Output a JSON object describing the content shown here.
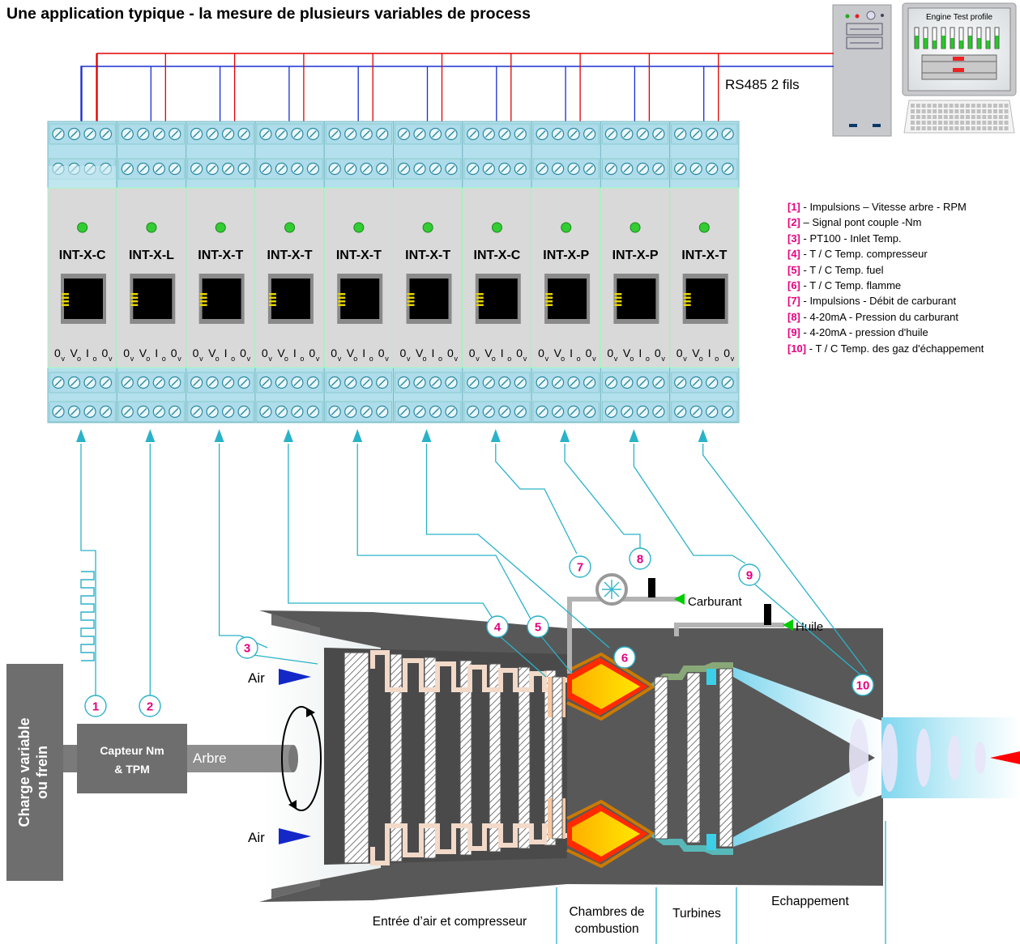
{
  "title": "Une application typique - la mesure de plusieurs variables de process",
  "bus_label": "RS485 2 fils",
  "pc_screen_title": "Engine Test profile",
  "modules": [
    "INT-X-C",
    "INT-X-L",
    "INT-X-T",
    "INT-X-T",
    "INT-X-T",
    "INT-X-T",
    "INT-X-C",
    "INT-X-P",
    "INT-X-P",
    "INT-X-T"
  ],
  "terminal_labels": [
    {
      "main": "0",
      "sub": "v"
    },
    {
      "main": "V",
      "sub": "o"
    },
    {
      "main": "I",
      "sub": "o"
    },
    {
      "main": "0",
      "sub": "v"
    }
  ],
  "legend": [
    {
      "num": "[1]",
      "text": " - Impulsions – Vitesse arbre - RPM"
    },
    {
      "num": "[2]",
      "text": " – Signal pont couple -Nm"
    },
    {
      "num": "[3]",
      "text": " - PT100 - Inlet Temp."
    },
    {
      "num": "[4]",
      "text": " - T / C Temp. compresseur"
    },
    {
      "num": "[5]",
      "text": " - T / C Temp. fuel"
    },
    {
      "num": "[6]",
      "text": " - T / C Temp. flamme"
    },
    {
      "num": "[7]",
      "text": " - Impulsions - Débit de carburant"
    },
    {
      "num": "[8]",
      "text": " - 4-20mA - Pression du carburant"
    },
    {
      "num": "[9]",
      "text": " - 4-20mA - pression d'huile"
    },
    {
      "num": "[10]",
      "text": " - T / C Temp. des gaz d'échappement"
    }
  ],
  "sensor_numbers": [
    "1",
    "2",
    "3",
    "4",
    "5",
    "6",
    "7",
    "8",
    "9",
    "10"
  ],
  "labels": {
    "charge": "Charge variable ou frein",
    "charge_line1": "Charge variable",
    "charge_line2": "ou frein",
    "capteur_line1": "Capteur Nm",
    "capteur_line2": "& TPM",
    "arbre": "Arbre",
    "air_top": "Air",
    "air_bottom": "Air",
    "carburant": "Carburant",
    "huile": "Huile"
  },
  "zones": {
    "intake": "Entrée d’air et compresseur",
    "combustion_line1": "Chambres de",
    "combustion_line2": "combustion",
    "turbines": "Turbines",
    "exhaust": "Echappement"
  },
  "colors": {
    "module_body": "#b3e0ec",
    "module_face": "#d9d9d9",
    "led": "#33cc33",
    "wire_red": "#e00000",
    "wire_blue": "#1a2fd0",
    "signal": "#2ab2c8",
    "number": "#e6007e",
    "engine": "#555555",
    "arrow_green": "#00cc00",
    "arrow_blue": "#1428c8",
    "arrow_red": "#ff0000"
  }
}
